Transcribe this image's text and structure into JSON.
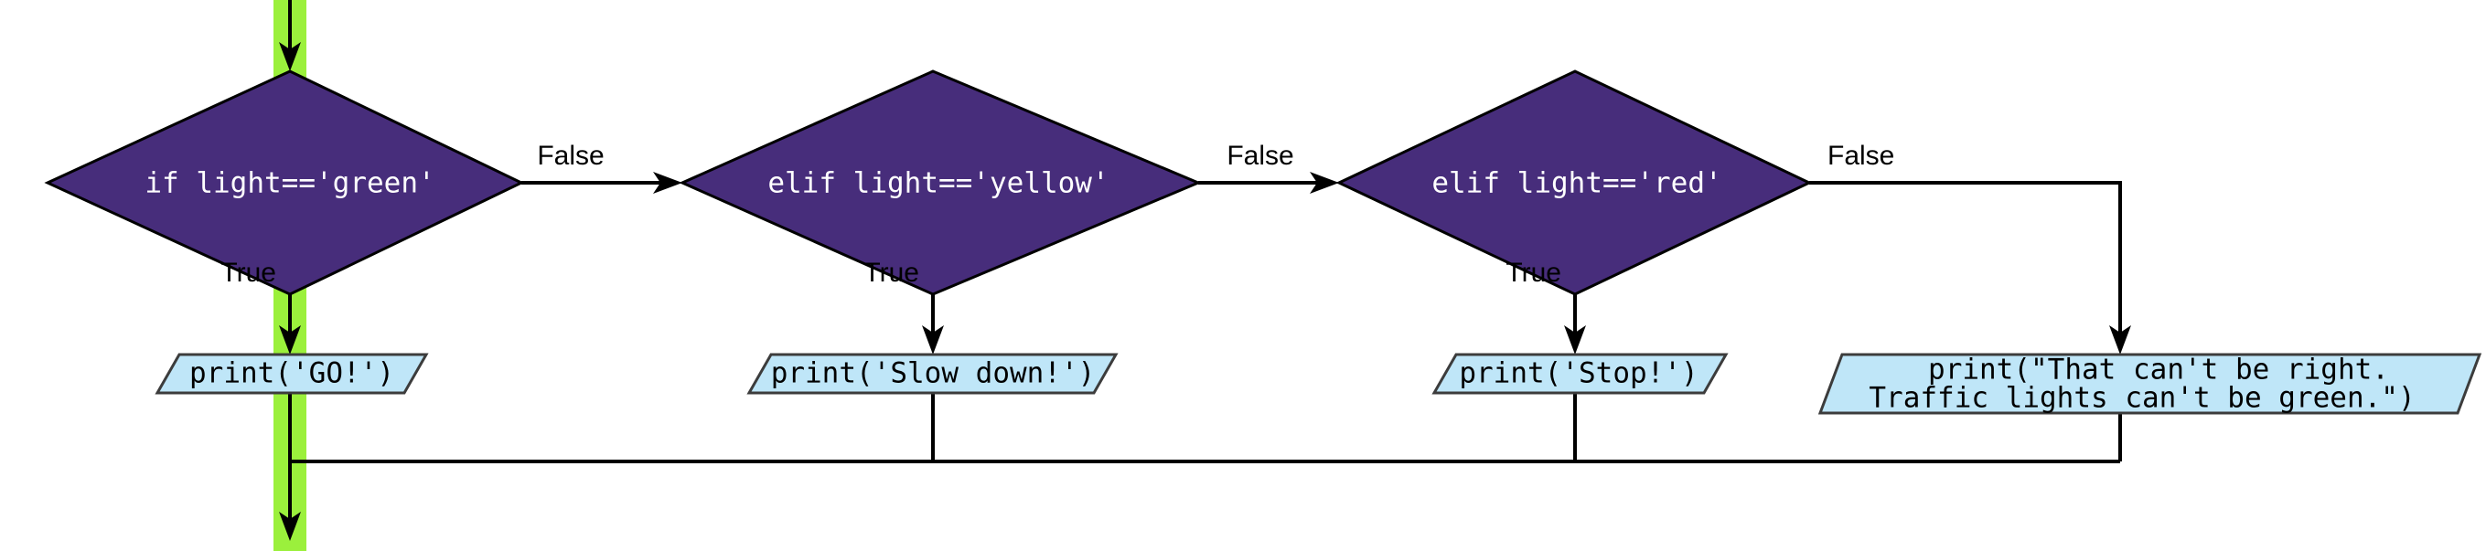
{
  "diagram": {
    "title": "Traffic light conditional flowchart",
    "type": "flowchart",
    "colors": {
      "decision_fill": "#472D7B",
      "decision_text": "#ffffff",
      "io_fill": "#BFE6F8",
      "io_stroke": "#3C3C3C",
      "io_text": "#000000",
      "edge": "#000000",
      "highlight_path": "#9BF03C",
      "background": "#ffffff"
    },
    "highlighted_path_label": "green-branch-highlight"
  },
  "nodes": {
    "decision_green": {
      "label": "if light=='green'",
      "shape": "diamond"
    },
    "decision_yellow": {
      "label": "elif light=='yellow'",
      "shape": "diamond"
    },
    "decision_red": {
      "label": "elif light=='red'",
      "shape": "diamond"
    },
    "output_go": {
      "label": "print('GO!')",
      "shape": "parallelogram"
    },
    "output_slow": {
      "label": "print('Slow down!')",
      "shape": "parallelogram"
    },
    "output_stop": {
      "label": "print('Stop!')",
      "shape": "parallelogram"
    },
    "output_error": {
      "label_line1": "print(\"That can't be right.",
      "label_line2": "Traffic lights can't be green.\")",
      "shape": "parallelogram"
    }
  },
  "edges": {
    "green_true": "True",
    "green_false": "False",
    "yellow_true": "True",
    "yellow_false": "False",
    "red_true": "True",
    "red_false": "False"
  }
}
